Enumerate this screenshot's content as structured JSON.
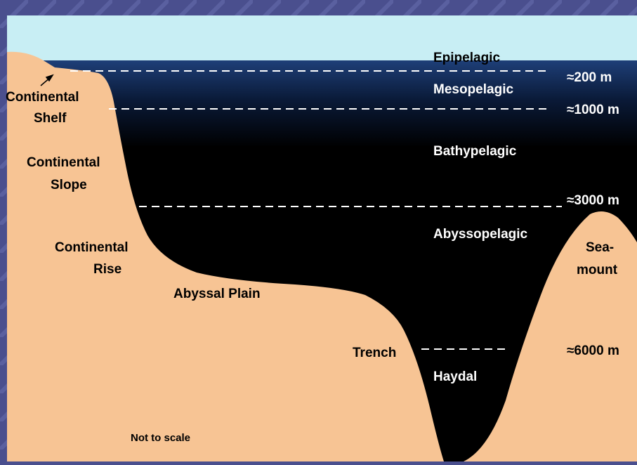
{
  "zones": {
    "epipelagic": "Epipelagic",
    "mesopelagic": "Mesopelagic",
    "bathypelagic": "Bathypelagic",
    "abyssopelagic": "Abyssopelagic",
    "haydal": "Haydal"
  },
  "depths": {
    "d200": "≈200 m",
    "d1000": "≈1000 m",
    "d3000": "≈3000 m",
    "d6000": "≈6000 m"
  },
  "features": {
    "shelf_line1": "Continental",
    "shelf_line2": "Shelf",
    "slope_line1": "Continental",
    "slope_line2": "Slope",
    "rise_line1": "Continental",
    "rise_line2": "Rise",
    "abyssal_plain": "Abyssal Plain",
    "trench": "Trench",
    "seamount_line1": "Sea-",
    "seamount_line2": "mount"
  },
  "note": "Not to scale",
  "colors": {
    "frame": "#4a4f8e",
    "sky": "#c8eef4",
    "land": "#f7c494",
    "deep_water": "#000000",
    "surface_water": "#1a3a6e"
  }
}
